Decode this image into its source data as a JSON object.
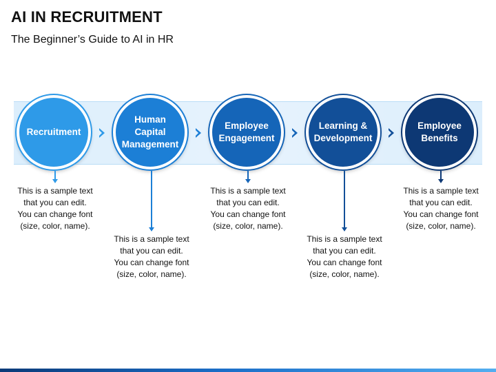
{
  "slide": {
    "title": "AI IN RECRUITMENT",
    "subtitle": "The Beginner’s Guide to AI in HR"
  },
  "steps": [
    {
      "label": "Recruitment",
      "desc": "This is a sample text\nthat you can edit.\nYou can change font\n(size, color, name).",
      "color": "#2e9ae8"
    },
    {
      "label": "Human Capital\nManagement",
      "desc": "This is a sample text\nthat you can edit.\nYou can change font\n(size, color, name).",
      "color": "#1c7fd6"
    },
    {
      "label": "Employee\nEngagement",
      "desc": "This is a sample text\nthat you can edit.\nYou can change font\n(size, color, name).",
      "color": "#1565b8"
    },
    {
      "label": "Learning &\nDevelopment",
      "desc": "This is a sample text\nthat you can edit.\nYou can change font\n(size, color, name).",
      "color": "#124f98"
    },
    {
      "label": "Employee\nBenefits",
      "desc": "This is a sample text\nthat you can edit.\nYou can change font\n(size, color, name).",
      "color": "#0d3874"
    }
  ]
}
